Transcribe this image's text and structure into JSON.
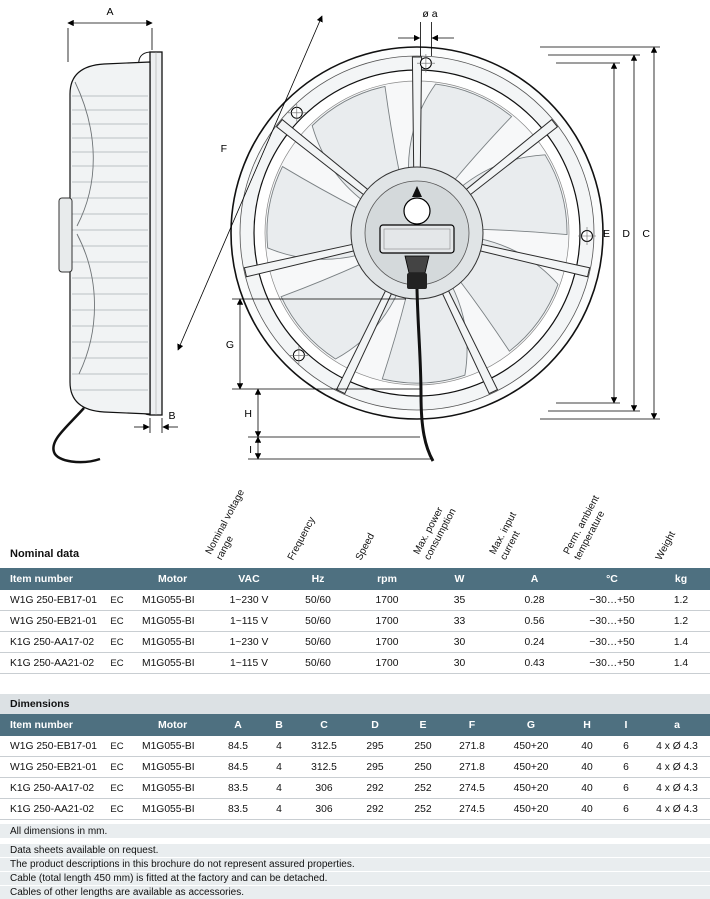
{
  "drawing": {
    "labels": {
      "A": "A",
      "B": "B",
      "C": "C",
      "D": "D",
      "E": "E",
      "F": "F",
      "G": "G",
      "H": "H",
      "I": "I",
      "dia": "ø a"
    }
  },
  "nominal": {
    "section_title": "Nominal data",
    "rotated_headers": [
      "Nominal voltage range",
      "Frequency",
      "Speed",
      "Max. power consumption",
      "Max. input current",
      "Perm. ambient temperature",
      "Weight"
    ],
    "col_headers": [
      "Item number",
      "Motor",
      "VAC",
      "Hz",
      "rpm",
      "W",
      "A",
      "°C",
      "kg"
    ],
    "rows": [
      [
        "W1G 250-EB17-01",
        "EC",
        "M1G055-BI",
        "1~230 V",
        "50/60",
        "1700",
        "35",
        "0.28",
        "−30…+50",
        "1.2"
      ],
      [
        "W1G 250-EB21-01",
        "EC",
        "M1G055-BI",
        "1~115 V",
        "50/60",
        "1700",
        "33",
        "0.56",
        "−30…+50",
        "1.2"
      ],
      [
        "K1G 250-AA17-02",
        "EC",
        "M1G055-BI",
        "1~230 V",
        "50/60",
        "1700",
        "30",
        "0.24",
        "−30…+50",
        "1.4"
      ],
      [
        "K1G 250-AA21-02",
        "EC",
        "M1G055-BI",
        "1~115 V",
        "50/60",
        "1700",
        "30",
        "0.43",
        "−30…+50",
        "1.4"
      ]
    ]
  },
  "dimensions": {
    "section_title": "Dimensions",
    "col_headers": [
      "Item number",
      "Motor",
      "A",
      "B",
      "C",
      "D",
      "E",
      "F",
      "G",
      "H",
      "I",
      "a"
    ],
    "rows": [
      [
        "W1G 250-EB17-01",
        "EC",
        "M1G055-BI",
        "84.5",
        "4",
        "312.5",
        "295",
        "250",
        "271.8",
        "450+20",
        "40",
        "6",
        "4 x Ø 4.3"
      ],
      [
        "W1G 250-EB21-01",
        "EC",
        "M1G055-BI",
        "84.5",
        "4",
        "312.5",
        "295",
        "250",
        "271.8",
        "450+20",
        "40",
        "6",
        "4 x Ø 4.3"
      ],
      [
        "K1G 250-AA17-02",
        "EC",
        "M1G055-BI",
        "83.5",
        "4",
        "306",
        "292",
        "252",
        "274.5",
        "450+20",
        "40",
        "6",
        "4 x Ø 4.3"
      ],
      [
        "K1G 250-AA21-02",
        "EC",
        "M1G055-BI",
        "83.5",
        "4",
        "306",
        "292",
        "252",
        "274.5",
        "450+20",
        "40",
        "6",
        "4 x Ø 4.3"
      ]
    ]
  },
  "notes": [
    "All dimensions in mm.",
    "Data sheets available on request.",
    "The product descriptions in this brochure do not represent assured properties.",
    "Cable (total length 450 mm) is fitted at the factory and can be detached.",
    "Cables of other lengths are available as accessories."
  ]
}
